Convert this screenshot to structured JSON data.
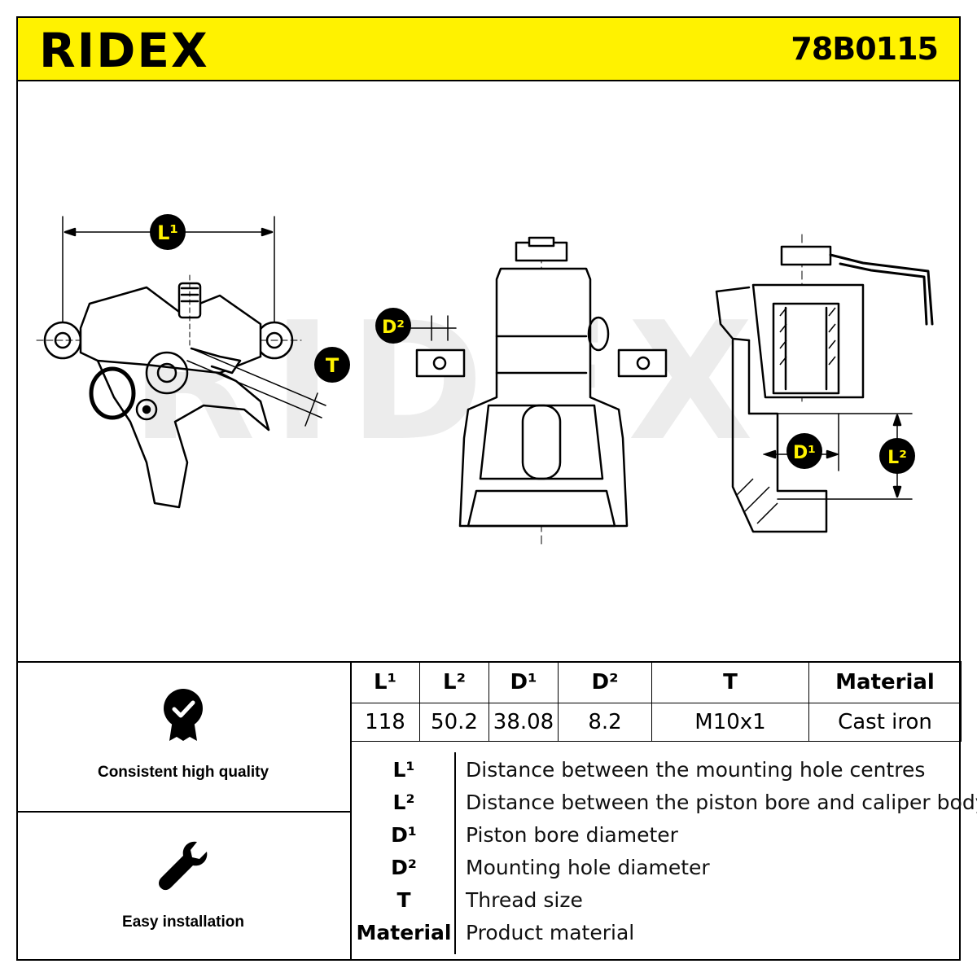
{
  "brand": {
    "logo_text": "RIDEX",
    "part_number": "78B0115"
  },
  "drawing": {
    "watermark": "RIDEX",
    "badges": {
      "l1": "L¹",
      "t": "T",
      "d2": "D²",
      "d1": "D¹",
      "l2": "L²"
    }
  },
  "features": [
    {
      "label": "Consistent high quality",
      "icon": "quality-badge-icon"
    },
    {
      "label": "Easy installation",
      "icon": "wrench-icon"
    }
  ],
  "spec_table": {
    "headers": [
      "L¹",
      "L²",
      "D¹",
      "D²",
      "T",
      "Material"
    ],
    "values": [
      "118",
      "50.2",
      "38.08",
      "8.2",
      "M10x1",
      "Cast iron"
    ]
  },
  "legend": [
    {
      "symbol": "L¹",
      "description": "Distance between the mounting hole centres"
    },
    {
      "symbol": "L²",
      "description": "Distance between the piston bore and caliper body"
    },
    {
      "symbol": "D¹",
      "description": "Piston bore diameter"
    },
    {
      "symbol": "D²",
      "description": "Mounting hole diameter"
    },
    {
      "symbol": "T",
      "description": "Thread size"
    },
    {
      "symbol": "Material",
      "description": "Product material"
    }
  ]
}
